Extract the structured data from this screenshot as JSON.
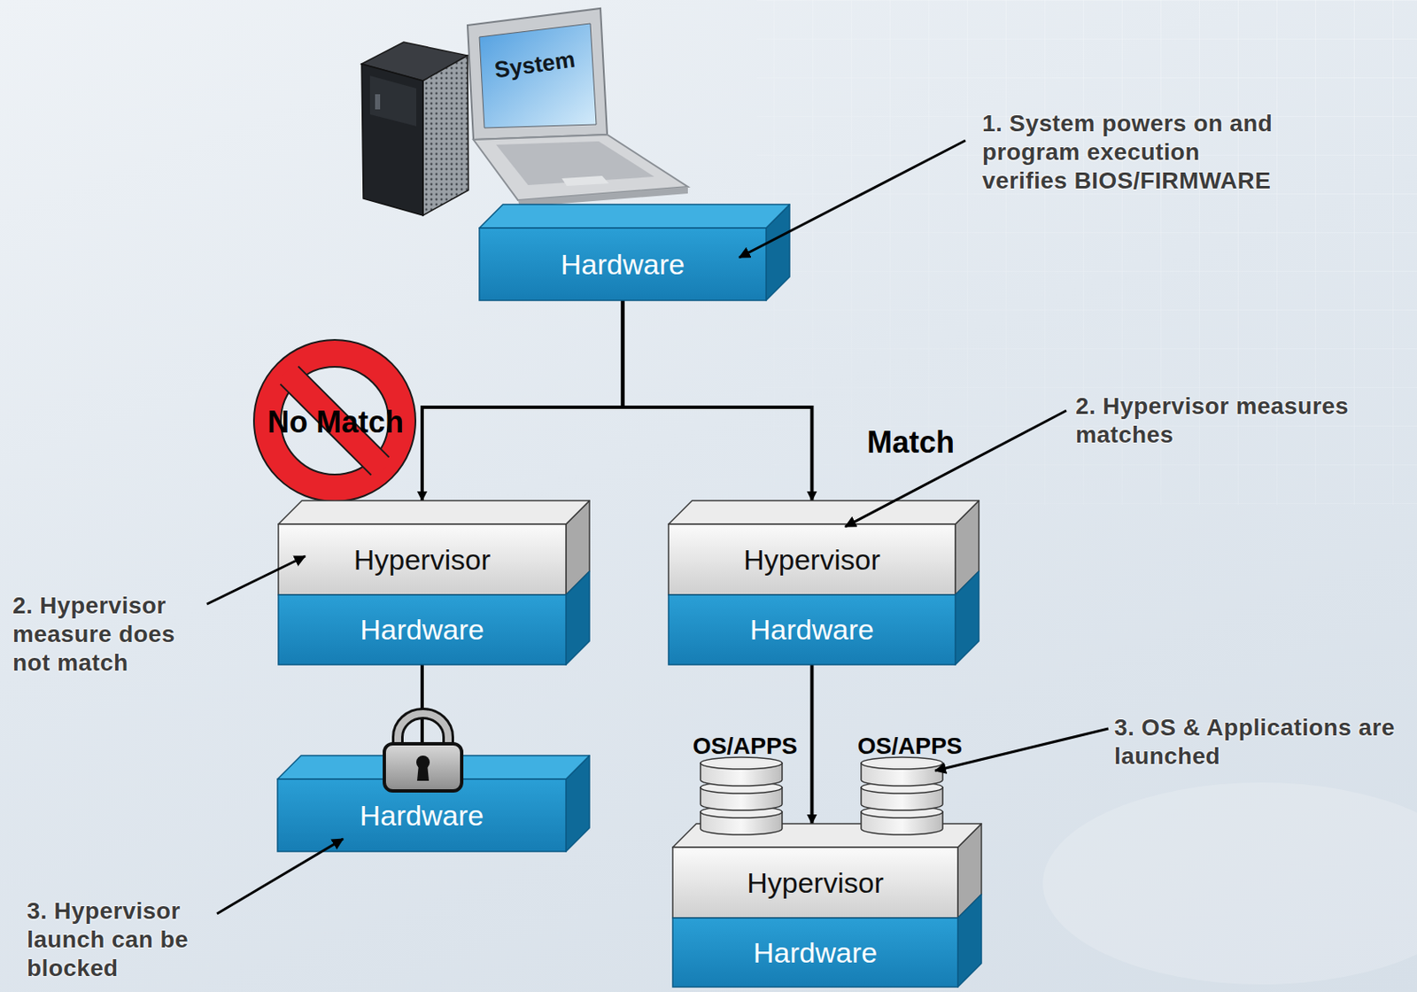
{
  "diagram": {
    "nodes": [
      {
        "text": [
          "Hardware"
        ]
      },
      {
        "text": [
          "Hypervisor"
        ]
      },
      {
        "text": [
          "Hardware"
        ]
      },
      {
        "text": [
          "Hypervisor"
        ]
      },
      {
        "text": [
          "Hardware"
        ]
      },
      {
        "text": [
          "Hardware"
        ]
      },
      {
        "text": [
          "Hypervisor"
        ]
      },
      {
        "text": [
          "Hardware"
        ]
      }
    ],
    "edges": [
      {
        "from": 0,
        "to": 1,
        "arrow": "to"
      },
      {
        "from": 0,
        "to": 3,
        "arrow": "to"
      },
      {
        "from": 2,
        "to": 5,
        "arrow": "none"
      },
      {
        "from": 4,
        "to": 6,
        "arrow": "to"
      }
    ],
    "labels": [
      "System",
      "1. System powers on and program execution verifies BIOS/FIRMWARE",
      "No Match",
      "Match",
      "2. Hypervisor measures matches",
      "2. Hypervisor measure does not match",
      "OS/APPS",
      "OS/APPS",
      "3. OS & Applications are launched",
      "3. Hypervisor launch can be blocked"
    ]
  }
}
